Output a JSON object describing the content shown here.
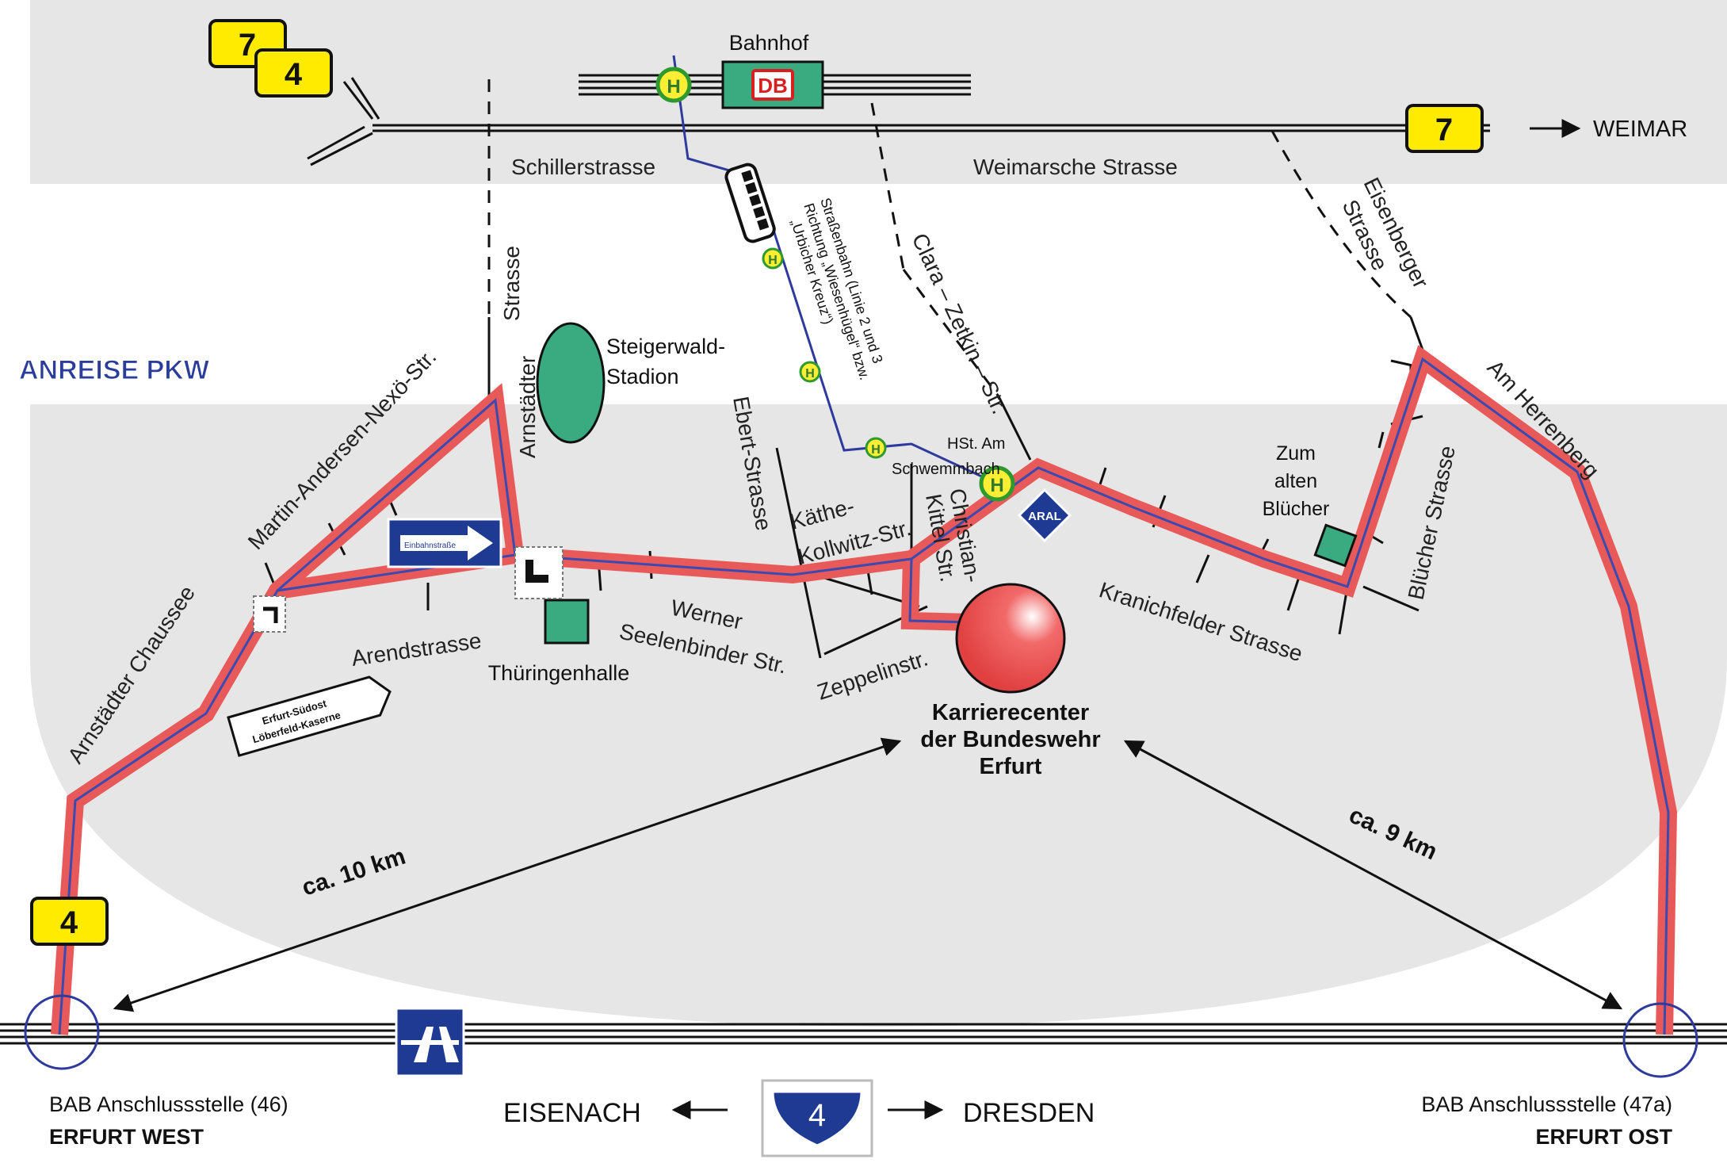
{
  "title": "ANREISE PKW",
  "colors": {
    "route": "#e85a5a",
    "route_core": "#3a4ab0",
    "tram": "#2e3a9c",
    "bundesstrasse_sign": "#ffeb00",
    "autobahn_sign": "#1f3a93",
    "station": "#3aaa80",
    "destination": "#e84a4a",
    "background_zone": "#e6e6e6"
  },
  "signs": {
    "b7_top": "7",
    "b4_top": "4",
    "b7_weimar": "7",
    "b4_west": "4",
    "a4": "4"
  },
  "places": {
    "bahnhof": "Bahnhof",
    "db": "DB",
    "halt": "H",
    "aral": "ARAL",
    "weimar": "WEIMAR",
    "steigerwald_line1": "Steigerwald-",
    "steigerwald_line2": "Stadion",
    "thueringenhalle": "Thüringenhalle",
    "zum_alten_bluecher_1": "Zum",
    "zum_alten_bluecher_2": "alten",
    "zum_alten_bluecher_3": "Blücher",
    "hst_line1": "HSt. Am",
    "hst_line2": "Schwemmbach",
    "einbahn": "Einbahnstraße",
    "erfurt_suedost_1": "Erfurt-Südost",
    "erfurt_suedost_2": "Löberfeld-Kaserne"
  },
  "streets": {
    "schillerstrasse": "Schillerstrasse",
    "weimarsche": "Weimarsche Strasse",
    "clara_zetkin": "Clara – Zetkin – Str.",
    "eisenberger_1": "Eisenberger",
    "eisenberger_2": "Strasse",
    "arnstaedter_strasse_1": "Arnstädter",
    "arnstaedter_strasse_2": "Strasse",
    "martin_andersen": "Martin-Andersen-Nexö-Str.",
    "ebert": "Ebert-Strasse",
    "kaethe_1": "Käthe-",
    "kaethe_2": "Kollwitz-Str.",
    "christian_1": "Christian-",
    "christian_2": "Kittel Str.",
    "werner_1": "Werner",
    "werner_2": "Seelenbinder Str.",
    "zeppelin": "Zeppelinstr.",
    "arendstrasse": "Arendstrasse",
    "arnstaedter_chaussee": "Arnstädter Chaussee",
    "kranichfelder": "Kranichfelder Strasse",
    "bluecher": "Blücher Strasse",
    "am_herrenberg": "Am Herrenberg"
  },
  "tram_note": {
    "line1": "Straßenbahn (Linie 2 und 3",
    "line2": "Richtung „Wiesenhügel“ bzw.",
    "line3": "„Urbicher Kreuz“)"
  },
  "destination": {
    "line1": "Karrierecenter",
    "line2": "der Bundeswehr",
    "line3": "Erfurt"
  },
  "distances": {
    "west": "ca. 10 km",
    "east": "ca. 9 km"
  },
  "autobahn": {
    "eisenach": "EISENACH",
    "dresden": "DRESDEN",
    "west_exit_1": "BAB Anschlussstelle (46)",
    "west_exit_2": "ERFURT WEST",
    "east_exit_1": "BAB Anschlussstelle (47a)",
    "east_exit_2": "ERFURT OST"
  }
}
